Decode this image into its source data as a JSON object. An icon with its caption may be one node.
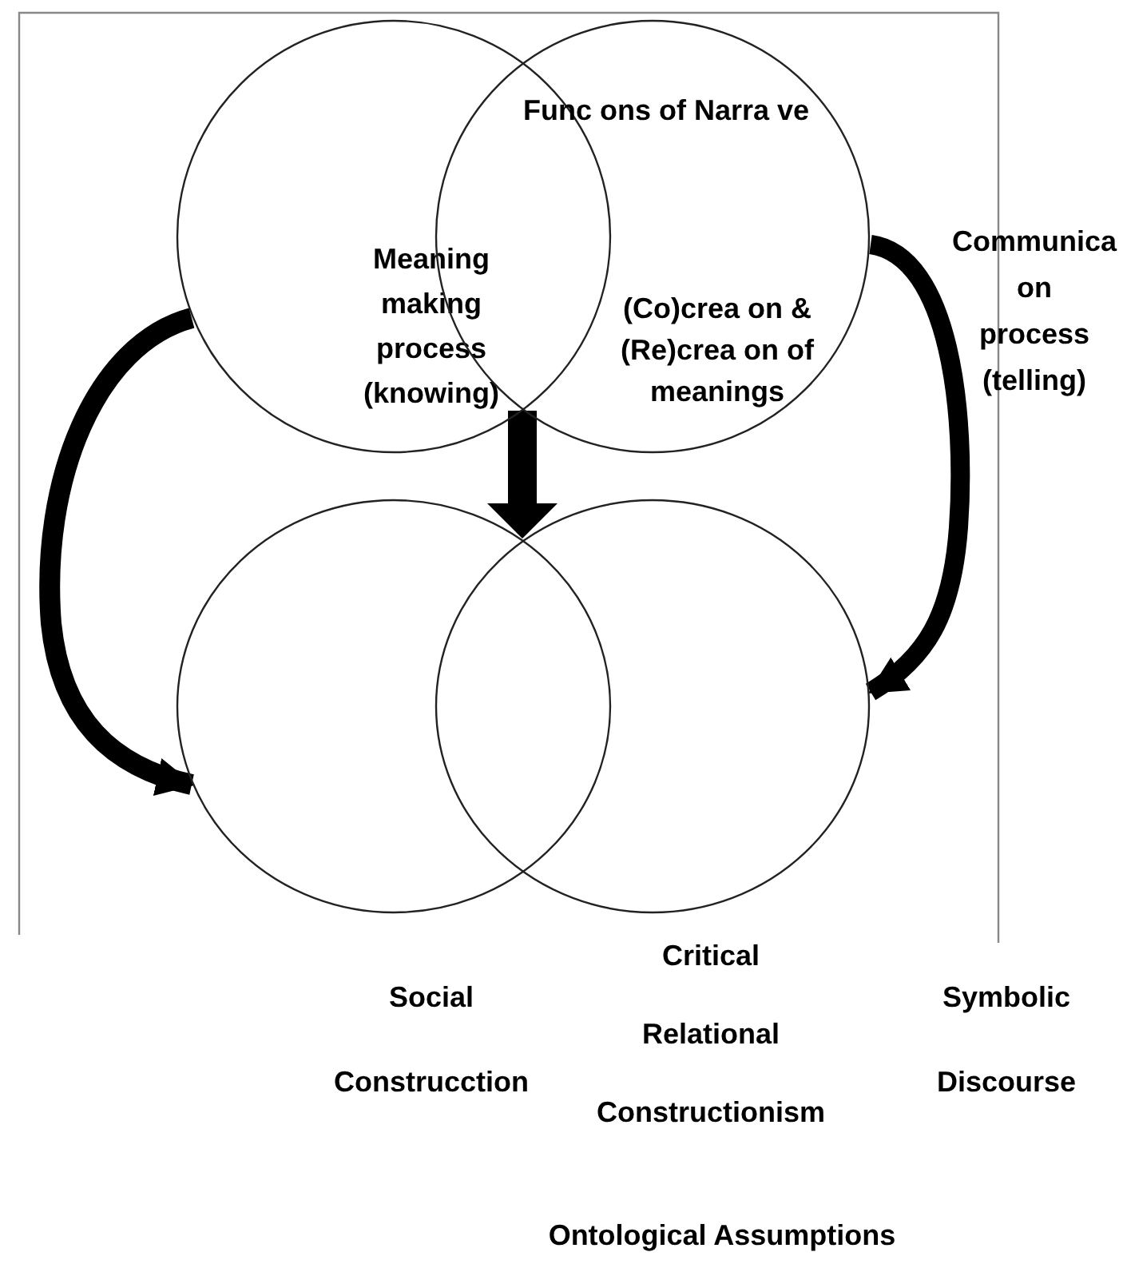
{
  "diagram": {
    "caption": "Ontological Assumptions",
    "nodes": [
      {
        "text": [
          "Meaning making process (knowing)"
        ]
      },
      {
        "text": [
          "Func ons of Narra ve",
          "(Co)crea on & (Re)crea on of meanings"
        ]
      },
      {
        "text": [],
        "shape": "circle",
        "beside": [
          "Social Construcction"
        ]
      },
      {
        "text": [],
        "shape": "circle",
        "beside": [
          "Symbolic Discourse"
        ]
      }
    ],
    "edges": [
      {
        "from": 0,
        "to": 2,
        "arrow": "to"
      },
      {
        "from": 1,
        "to": 3,
        "arrow": "to"
      },
      {
        "from": 1,
        "to": 2,
        "arrow": "to"
      }
    ],
    "labels": [
      "Communica on process (telling)",
      "Critical Relational Constructionism"
    ]
  }
}
